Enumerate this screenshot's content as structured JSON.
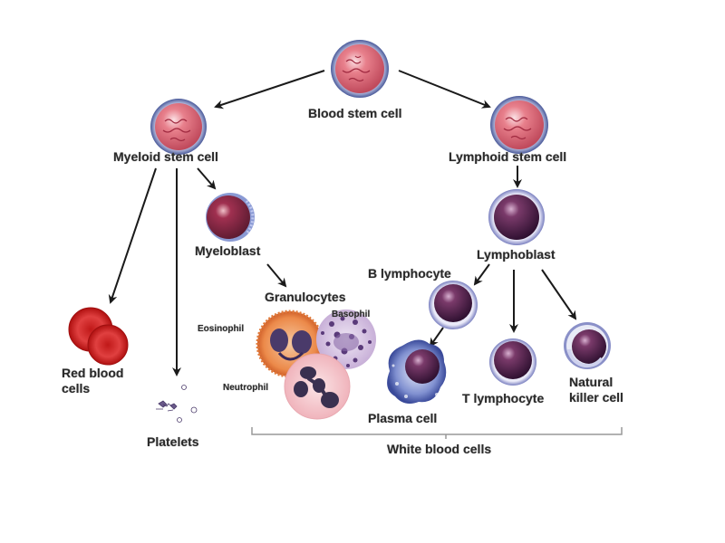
{
  "title": "Blood cell development",
  "nodes": {
    "blood_stem_cell": "Blood stem cell",
    "myeloid_stem_cell": "Myeloid stem cell",
    "lymphoid_stem_cell": "Lymphoid stem cell",
    "myeloblast": "Myeloblast",
    "lymphoblast": "Lymphoblast",
    "granulocytes": "Granulocytes",
    "eosinophil": "Eosinophil",
    "basophil": "Basophil",
    "neutrophil": "Neutrophil",
    "red_blood_cells_line1": "Red blood",
    "red_blood_cells_line2": "cells",
    "platelets": "Platelets",
    "b_lymphocyte": "B lymphocyte",
    "plasma_cell": "Plasma cell",
    "t_lymphocyte": "T lymphocyte",
    "natural_killer_line1": "Natural",
    "natural_killer_line2": "killer cell"
  },
  "group_label": "White blood cells",
  "edges": [
    [
      "blood_stem_cell",
      "myeloid_stem_cell"
    ],
    [
      "blood_stem_cell",
      "lymphoid_stem_cell"
    ],
    [
      "myeloid_stem_cell",
      "red_blood_cells"
    ],
    [
      "myeloid_stem_cell",
      "platelets"
    ],
    [
      "myeloid_stem_cell",
      "myeloblast"
    ],
    [
      "myeloblast",
      "granulocytes"
    ],
    [
      "lymphoid_stem_cell",
      "lymphoblast"
    ],
    [
      "lymphoblast",
      "b_lymphocyte"
    ],
    [
      "lymphoblast",
      "t_lymphocyte"
    ],
    [
      "lymphoblast",
      "natural_killer_cell"
    ],
    [
      "b_lymphocyte",
      "plasma_cell"
    ]
  ],
  "colors": {
    "stem_fill": "#e0707c",
    "stem_rim": "#5a6aa8",
    "blast_fill": "#5a2a52",
    "rbc": "#d42a2a",
    "eosinophil": "#e88a50",
    "basophil": "#b59ac8",
    "neutrophil": "#f4c4c8",
    "arrow": "#1a1a1a"
  }
}
